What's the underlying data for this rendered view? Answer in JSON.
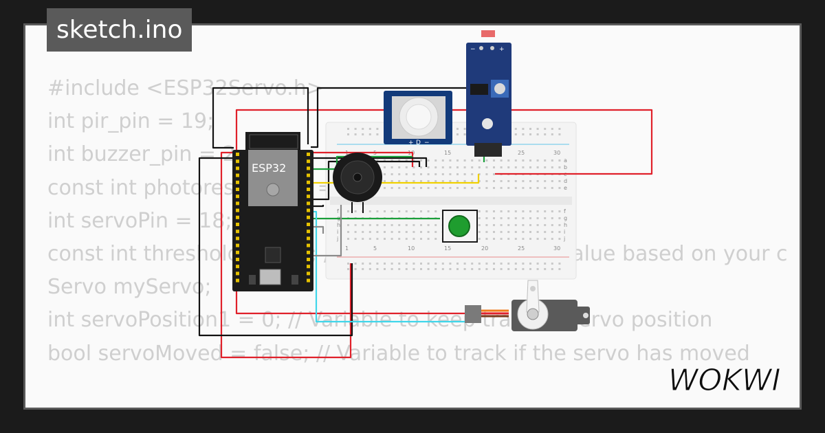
{
  "project": {
    "filename": "sketch.ino"
  },
  "brand": {
    "name": "WOKWI"
  },
  "code_lines": [
    "#include <ESP32Servo.h>",
    "",
    "int pir_pin = 19;",
    "int buzzer_pin = 2;",
    "const int photoresistorPin = 34;",
    "int servoPin = 18;",
    "const int threshold = 500; // Adjust the threshold value based on your c",
    "",
    "Servo myServo;",
    "int servoPosition1 = 0; // Variable to keep track of servo position",
    "bool servoMoved = false; // Variable to track if the servo has moved"
  ],
  "components": {
    "esp32_label": "ESP32",
    "pir_pin_labels": [
      "+",
      "D",
      "−"
    ],
    "breadboard_col_numbers": [
      "1",
      "5",
      "10",
      "15",
      "20",
      "25",
      "30"
    ],
    "breadboard_rows_top": [
      "a",
      "b",
      "c",
      "d",
      "e"
    ],
    "breadboard_rows_bottom": [
      "f",
      "g",
      "h",
      "i",
      "j"
    ],
    "ldr_pin_labels": [
      "−",
      "+"
    ]
  },
  "colors": {
    "background": "#1b1b1b",
    "frame_border": "#5a5a5a",
    "code_text": "#cfcfcf",
    "wire_red": "#e0202a",
    "wire_black": "#111111",
    "wire_yellow": "#f0d000",
    "wire_green": "#1a9e3a",
    "wire_cyan": "#3fd6ea",
    "wire_gray": "#8a8a8a",
    "button_green": "#1f9d2f",
    "ldr_board": "#1f3a7a"
  }
}
